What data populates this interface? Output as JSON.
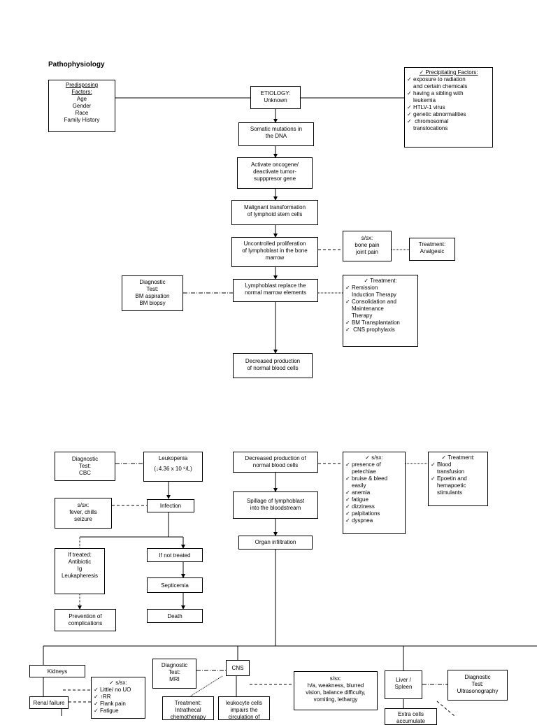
{
  "page_title": "Pathophysiology",
  "predisposing": {
    "title_lines": [
      "Predisposing",
      "Factors:"
    ],
    "items": [
      "Age",
      "Gender",
      "Race",
      "Family History"
    ]
  },
  "etiology": {
    "lines": [
      "ETIOLOGY:",
      "Unknown"
    ]
  },
  "precipitating": {
    "title": "Precipitating Factors:",
    "items": [
      "exposure to radiation",
      "and certain chemicals",
      "having a sibling with",
      "leukemia",
      "HTLV-1 virus",
      "genetic abnormalities",
      " chromosomal",
      "translocations"
    ]
  },
  "somatic": {
    "lines": [
      "Somatic mutations in",
      "the DNA"
    ]
  },
  "oncogene": {
    "lines": [
      "Activate oncogene/",
      "deactivate tumor-",
      "supppresor gene"
    ]
  },
  "malignant": {
    "lines": [
      "Malignant transformation",
      "of lymphoid stem cells"
    ]
  },
  "uncontrolled": {
    "lines": [
      "Uncontrolled proliferation",
      "of lymphoblast in the bone",
      "marrow"
    ]
  },
  "sx_bone": {
    "lines": [
      "s/sx:",
      "bone pain",
      "joint pain"
    ]
  },
  "tx_analgesic": {
    "lines": [
      "Treatment:",
      "Analgesic"
    ]
  },
  "diag_bm": {
    "lines": [
      "Diagnostic",
      "Test:",
      "BM aspiration",
      "BM biopsy"
    ]
  },
  "replace": {
    "lines": [
      "Lymphoblast replace the",
      "normal marrow elements"
    ]
  },
  "tx_remission": {
    "title": "Treatment:",
    "items": [
      "Remission",
      "Induction Therapy",
      "Consolidation and",
      "Maintenance",
      "Therapy",
      "BM Transplantation",
      " CNS prophylaxis"
    ]
  },
  "decreased1": {
    "lines": [
      "Decreased production",
      "of normal blood cells"
    ]
  },
  "diag_cbc": {
    "lines": [
      "Diagnostic",
      "Test:",
      "CBC"
    ]
  },
  "leukopenia": {
    "lines": [
      "Leukopenia",
      "(↓4.36 x 10 ⁹/L)"
    ]
  },
  "decreased2": {
    "lines": [
      "Decreased production of",
      "normal blood cells"
    ]
  },
  "sx_blood": {
    "title": "s/sx:",
    "items": [
      "presence of",
      "petechiae",
      "bruise & bleed",
      "easily",
      "anemia",
      "fatigue",
      "dizziness",
      "palpitations",
      "dyspnea"
    ]
  },
  "tx_blood": {
    "title": "Treatment:",
    "items": [
      "Blood",
      "transfusion",
      "Epoetin and",
      "hemapoetic",
      "stimulants"
    ]
  },
  "sx_fever": {
    "lines": [
      "s/sx:",
      "fever, chills",
      "seizure"
    ]
  },
  "infection": {
    "lines": [
      "Infection"
    ]
  },
  "spillage": {
    "lines": [
      "Spillage of lymphoblast",
      "into the bloodstream"
    ]
  },
  "organ": {
    "lines": [
      "Organ infiltration"
    ]
  },
  "if_treated": {
    "lines": [
      "If treated:",
      "Antibiotic",
      "Ig",
      "Leukapheresis"
    ]
  },
  "if_not": {
    "lines": [
      "If not treated"
    ]
  },
  "septicemia": {
    "lines": [
      "Septicemia"
    ]
  },
  "prevention": {
    "lines": [
      "Prevention of",
      "complications"
    ]
  },
  "death": {
    "lines": [
      "Death"
    ]
  },
  "kidneys": {
    "lines": [
      "Kidneys"
    ]
  },
  "renal": {
    "lines": [
      "Renal failure"
    ]
  },
  "sx_renal": {
    "title": "s/sx:",
    "items": [
      "Little/ no UO",
      "↑RR",
      "Flank pain",
      "Fatigue"
    ]
  },
  "diag_mri": {
    "lines": [
      "Diagnostic",
      "Test:",
      "MRI"
    ]
  },
  "cns": {
    "lines": [
      "CNS"
    ]
  },
  "tx_intrathecal": {
    "lines": [
      "Treatment:",
      "Intrathecal",
      "chemotherapy"
    ]
  },
  "leukocyte": {
    "lines": [
      "leukocyte cells",
      "impairs the",
      "circulation of"
    ]
  },
  "sx_cns": {
    "lines": [
      "s/sx:",
      "h/a, weakness, blurred",
      "vision, balance difficulty,",
      "vomiting, lethargy"
    ]
  },
  "liver": {
    "lines": [
      "Liver /",
      "Spleen"
    ]
  },
  "diag_us": {
    "lines": [
      "Diagnostic",
      "Test:",
      "Ultrasonography"
    ]
  },
  "extra": {
    "lines": [
      "Extra cells",
      "accumulate"
    ]
  }
}
